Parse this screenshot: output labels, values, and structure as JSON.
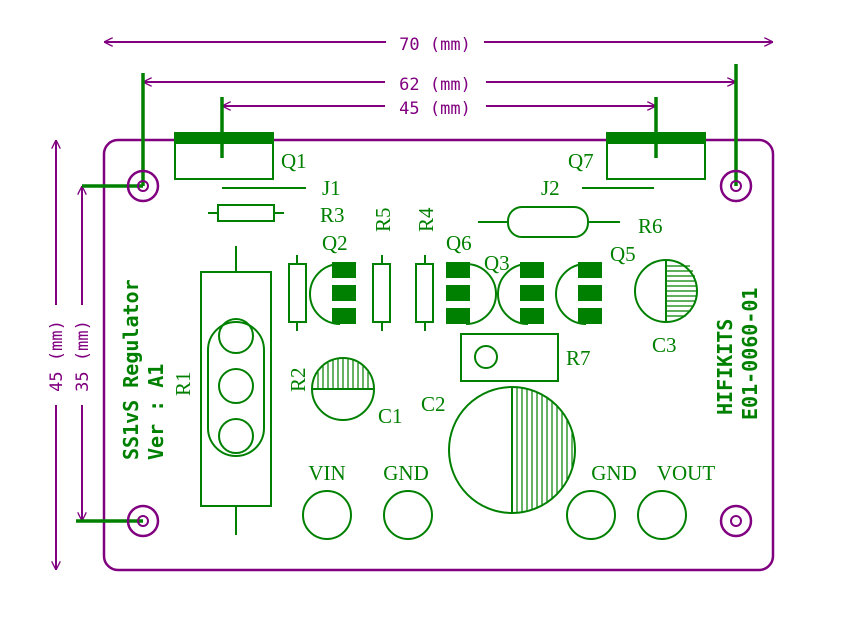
{
  "colors": {
    "outline": "#800080",
    "copper": "#008000",
    "background": "#ffffff"
  },
  "dimensions": {
    "width_total": "70 (mm)",
    "width_holes": "62 (mm)",
    "width_transistors": "45 (mm)",
    "height_total": "45 (mm)",
    "height_holes": "35 (mm)"
  },
  "board": {
    "title": "SS1vS Regulator",
    "version": "Ver : A1",
    "brand": "HIFIKITS",
    "part_number": "E01-0060-01"
  },
  "designators": {
    "Q1": "Q1",
    "Q2": "Q2",
    "Q3": "Q3",
    "Q5": "Q5",
    "Q6": "Q6",
    "Q7": "Q7",
    "J1": "J1",
    "J2": "J2",
    "R1": "R1",
    "R2": "R2",
    "R3": "R3",
    "R4": "R4",
    "R5": "R5",
    "R6": "R6",
    "R7": "R7",
    "C1": "C1",
    "C2": "C2",
    "C3": "C3"
  },
  "terminals": {
    "vin": "VIN",
    "gnd_in": "GND",
    "gnd_out": "GND",
    "vout": "VOUT"
  }
}
